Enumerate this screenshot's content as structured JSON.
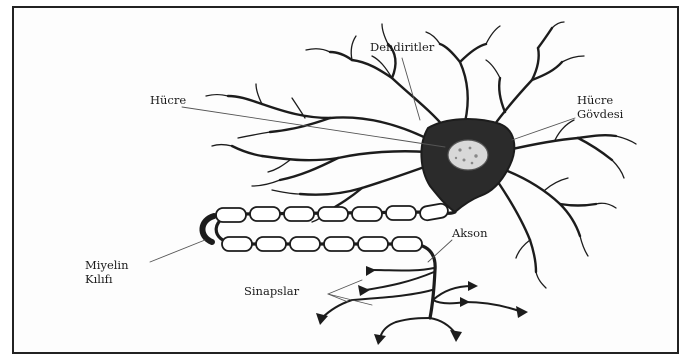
{
  "labels": {
    "dendrites": "Dendiritler",
    "nucleus": "Hücre",
    "cell_body_line1": "Hücre",
    "cell_body_line2": "Gövdesi",
    "axon": "Akson",
    "myelin_line1": "Miyelin",
    "myelin_line2": "Kılıfı",
    "synapses": "Sinapslar"
  },
  "colors": {
    "ink": "#1c1c1c",
    "cell_body": "#2b2b2b",
    "nucleus": "#d8d8d8",
    "border": "#222222"
  }
}
